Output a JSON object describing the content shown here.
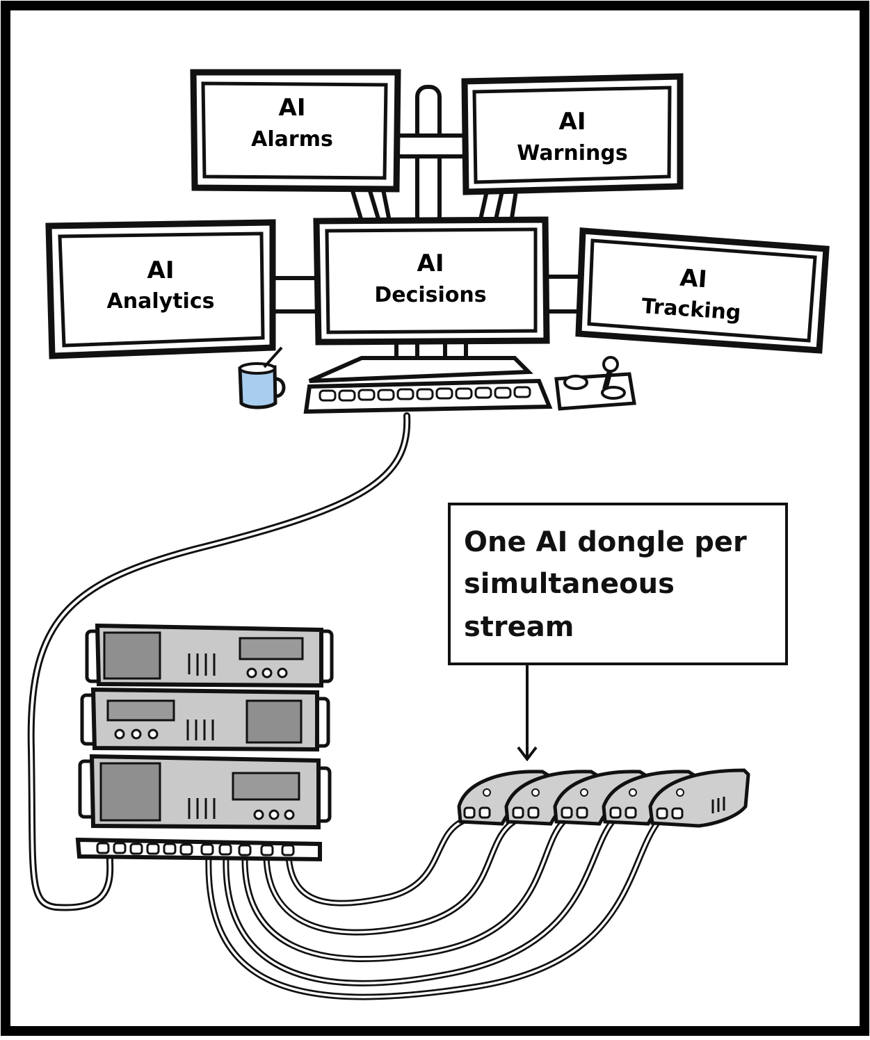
{
  "monitors": {
    "alarms": {
      "line1": "AI",
      "line2": "Alarms"
    },
    "warnings": {
      "line1": "AI",
      "line2": "Warnings"
    },
    "analytics": {
      "line1": "AI",
      "line2": "Analytics"
    },
    "decisions": {
      "line1": "AI",
      "line2": "Decisions"
    },
    "tracking": {
      "line1": "AI",
      "line2": "Tracking"
    }
  },
  "callout": {
    "lines": [
      "One AI dongle per",
      "simultaneous",
      "stream"
    ]
  },
  "colors": {
    "ink": "#111111",
    "server_panel": "#c9c9c9",
    "server_dark": "#8f8f8f",
    "mug": "#a9cdee",
    "dongle": "#cfcfcf"
  }
}
